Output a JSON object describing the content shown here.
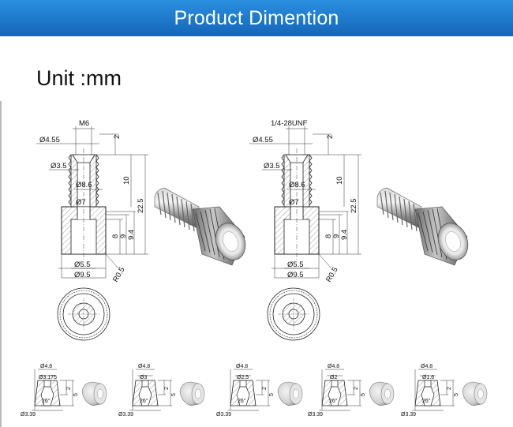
{
  "header": {
    "title": "Product Dimention"
  },
  "unit_label": "Unit :mm",
  "fittings": [
    {
      "thread": "M6",
      "dims": {
        "d_outer_top": "Ø4.55",
        "d_bore": "Ø3.5",
        "d_collar": "Ø8.6",
        "d_mid": "Ø7",
        "d_inner_base": "Ø5.5",
        "d_base": "Ø9.5",
        "top_gap": "2",
        "v_thread": "10",
        "v_total": "22.5",
        "v_base1": "8",
        "v_base2": "9",
        "v_base3": "9.4",
        "radius": "R0.5"
      }
    },
    {
      "thread": "1/4-28UNF",
      "dims": {
        "d_outer_top": "Ø4.55",
        "d_bore": "Ø3.5",
        "d_collar": "Ø8.6",
        "d_mid": "Ø7",
        "d_inner_base": "Ø5.5",
        "d_base": "Ø9.5",
        "top_gap": "2",
        "v_thread": "10",
        "v_total": "22.5",
        "v_base1": "8",
        "v_base2": "9",
        "v_base3": "9.4",
        "radius": "R0.5"
      }
    }
  ],
  "ferrules": [
    {
      "top": "Ø4.8",
      "bore": "Ø3.175",
      "angle": "26°",
      "base": "Ø3.39",
      "h1": "2",
      "h2": "5"
    },
    {
      "top": "Ø4.8",
      "bore": "Ø3",
      "angle": "26°",
      "base": "Ø3.39",
      "h1": "2",
      "h2": "5"
    },
    {
      "top": "Ø4.8",
      "bore": "Ø2.5",
      "angle": "26°",
      "base": "Ø3.39",
      "h1": "2",
      "h2": "5"
    },
    {
      "top": "Ø4.8",
      "bore": "Ø2",
      "angle": "26°",
      "base": "Ø3.39",
      "h1": "2",
      "h2": "5"
    },
    {
      "top": "Ø4.8",
      "bore": "Ø1.6",
      "angle": "26°",
      "base": "Ø3.39",
      "h1": "2",
      "h2": "5"
    }
  ]
}
